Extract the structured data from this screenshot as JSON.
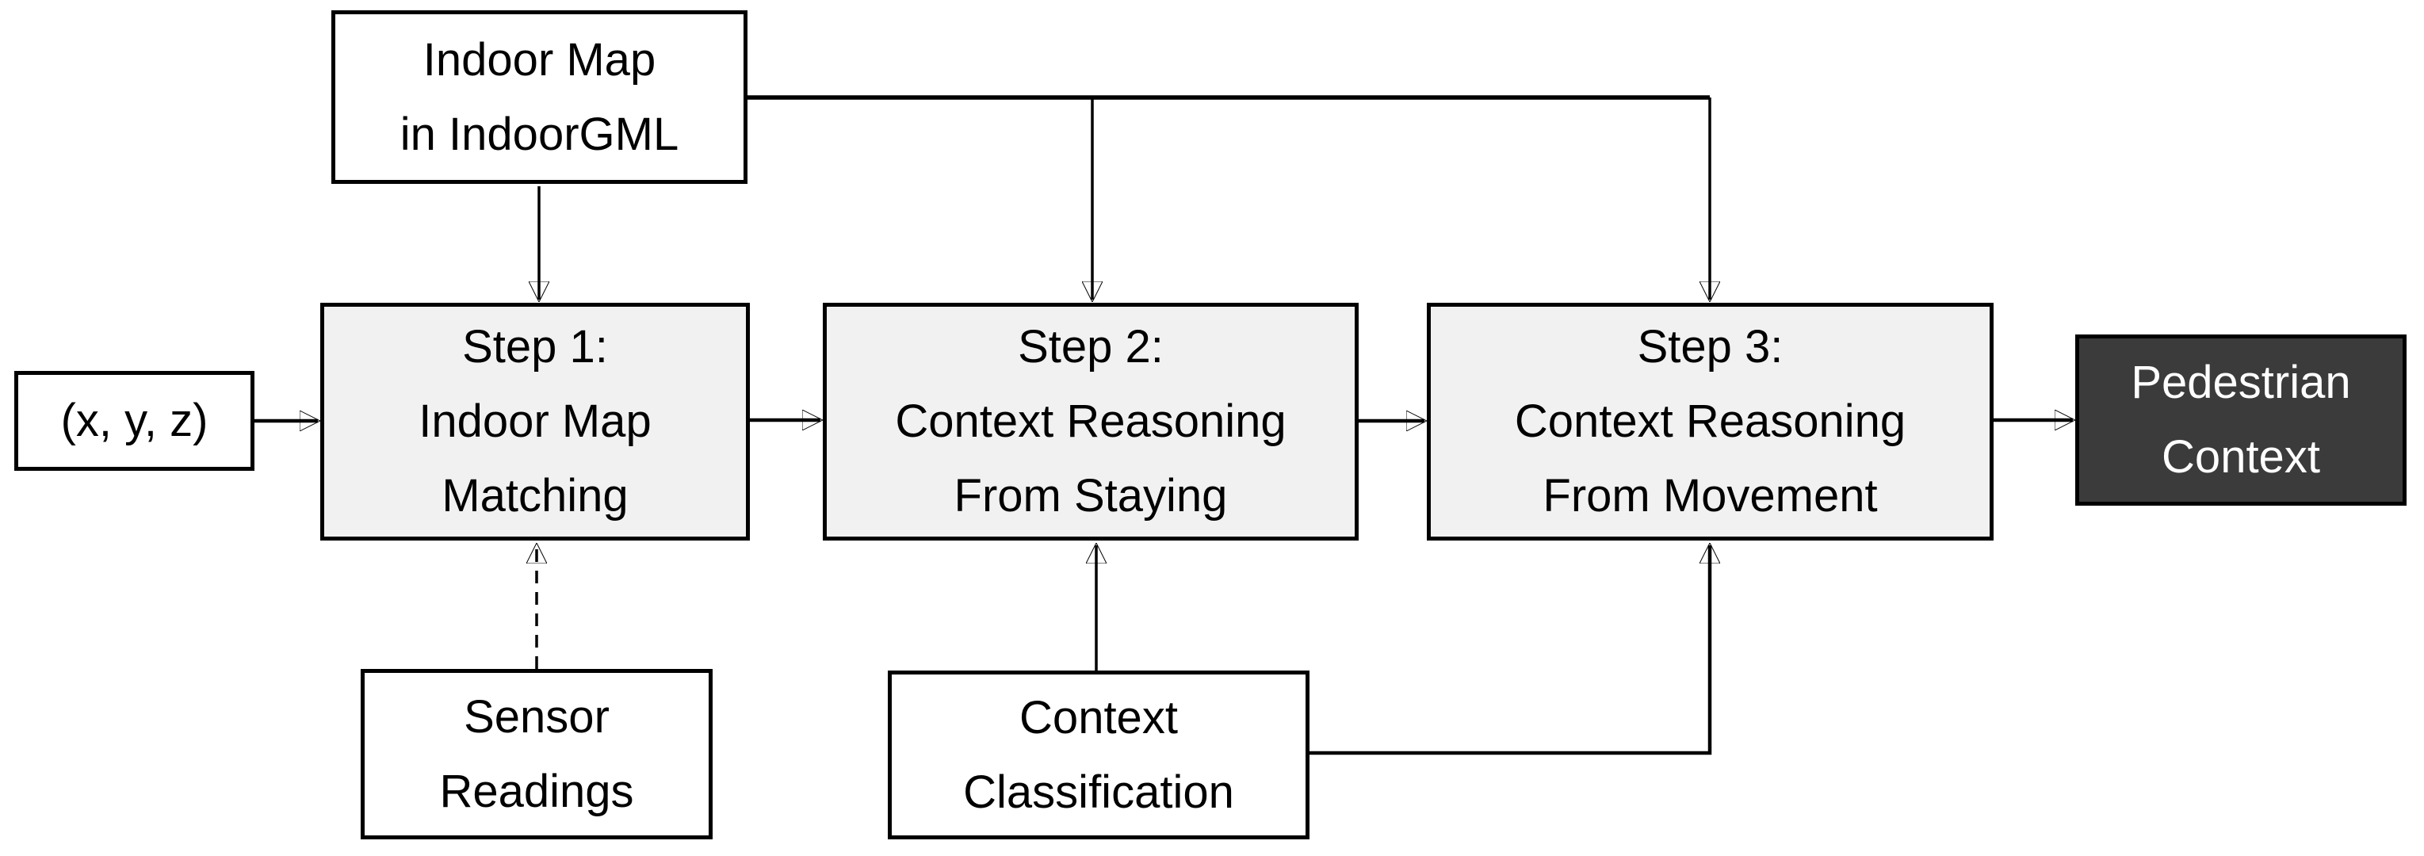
{
  "colors": {
    "background": "#ffffff",
    "line": "#000000",
    "node_border": "#000000",
    "white_fill": "#ffffff",
    "step_fill": "#f1f1f1",
    "dark_fill": "#3b3b3b",
    "dark_text": "#ffffff",
    "text": "#000000"
  },
  "nodes": {
    "indoor_map": {
      "label": "Indoor Map\nin IndoorGML",
      "type": "input"
    },
    "xyz_input": {
      "label": "(x, y, z)",
      "type": "input"
    },
    "step1": {
      "label": "Step 1:\nIndoor Map\nMatching",
      "type": "process"
    },
    "step2": {
      "label": "Step 2:\nContext Reasoning\nFrom Staying",
      "type": "process"
    },
    "step3": {
      "label": "Step 3:\nContext Reasoning\nFrom Movement",
      "type": "process"
    },
    "pedestrian_context": {
      "label": "Pedestrian\nContext",
      "type": "output"
    },
    "sensor_readings": {
      "label": "Sensor\nReadings",
      "type": "input"
    },
    "context_classification": {
      "label": "Context\nClassification",
      "type": "input"
    }
  },
  "edges": [
    {
      "from": "indoor_map",
      "to": "step1",
      "style": "solid",
      "arrow": "end"
    },
    {
      "from": "indoor_map",
      "to": "step2",
      "style": "solid",
      "arrow": "end"
    },
    {
      "from": "indoor_map",
      "to": "step3",
      "style": "solid",
      "arrow": "end"
    },
    {
      "from": "xyz_input",
      "to": "step1",
      "style": "solid",
      "arrow": "end"
    },
    {
      "from": "step1",
      "to": "step2",
      "style": "solid",
      "arrow": "end"
    },
    {
      "from": "step2",
      "to": "step3",
      "style": "solid",
      "arrow": "end"
    },
    {
      "from": "step3",
      "to": "pedestrian_context",
      "style": "solid",
      "arrow": "end"
    },
    {
      "from": "sensor_readings",
      "to": "step1",
      "style": "dashed",
      "arrow": "end"
    },
    {
      "from": "context_classification",
      "to": "step2",
      "style": "solid",
      "arrow": "end"
    },
    {
      "from": "context_classification",
      "to": "step3",
      "style": "solid",
      "arrow": "end"
    }
  ]
}
